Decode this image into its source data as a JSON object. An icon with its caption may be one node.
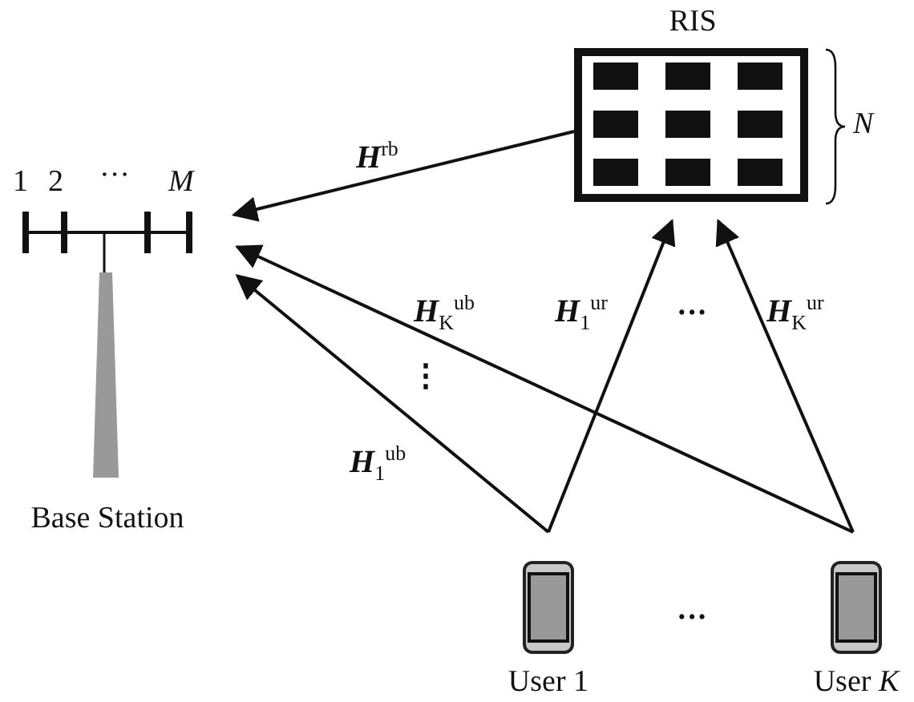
{
  "diagram": {
    "nodes": [
      {
        "text": [
          "RIS"
        ]
      },
      {
        "text": [
          "Base Station"
        ]
      },
      {
        "text": [
          "User 1"
        ]
      },
      {
        "text": [
          "User *K*"
        ]
      }
    ],
    "edges": [
      {
        "from": 0,
        "to": 1,
        "arrow": "to",
        "label": "**H**$^{rb}$"
      },
      {
        "from": 2,
        "to": 1,
        "arrow": "to",
        "label": "**H**$_{1}$$^{ub}$"
      },
      {
        "from": 3,
        "to": 1,
        "arrow": "to",
        "label": "**H**$_{K}$$^{ub}$"
      },
      {
        "from": 2,
        "to": 0,
        "arrow": "to",
        "label": "**H**$_{1}$$^{ur}$"
      },
      {
        "from": 3,
        "to": 0,
        "arrow": "to",
        "label": "**H**$_{K}$$^{ur}$"
      }
    ],
    "labels": [
      "1",
      "2",
      "···",
      "M",
      "N",
      "⋮",
      "···",
      "···"
    ]
  }
}
